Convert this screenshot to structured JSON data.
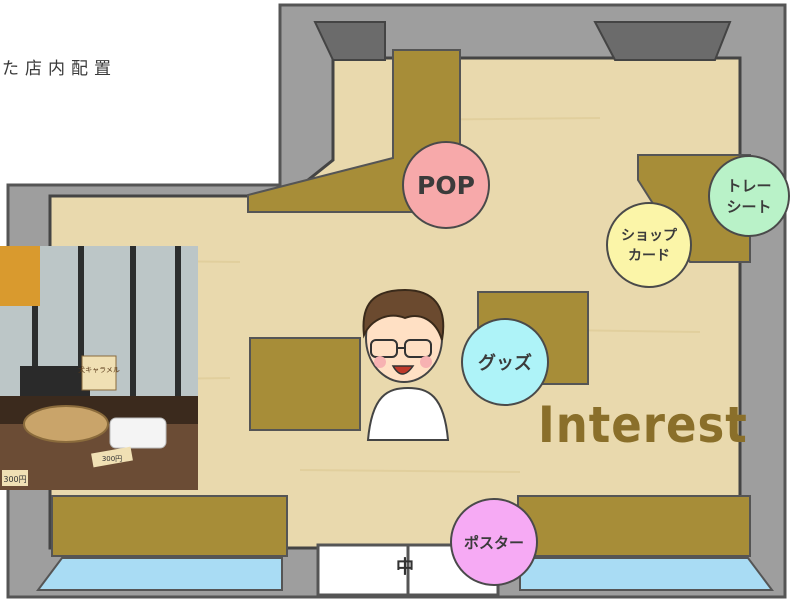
{
  "caption": "た店内配置",
  "bubbles": {
    "pop": {
      "label": "POP",
      "color": "#f7a9aa"
    },
    "trayseat": {
      "label": "トレー\nシート",
      "color": "#b9f2c8"
    },
    "shopcard": {
      "label": "ショップ\nカード",
      "color": "#fbf5a8"
    },
    "goods": {
      "label": "グッズ",
      "color": "#aef3f8"
    },
    "poster": {
      "label": "ポスター",
      "color": "#f6aaf4"
    }
  },
  "interest": "Interest",
  "door_sign": "中",
  "photo": {
    "sign_text": "犬キャラメル",
    "price_1": "300円",
    "price_2": "300円"
  },
  "colors": {
    "floor": "#e9d9ad",
    "wall": "#a9a9a9",
    "furniture": "#a78d38",
    "window": "#a9dcf4"
  }
}
